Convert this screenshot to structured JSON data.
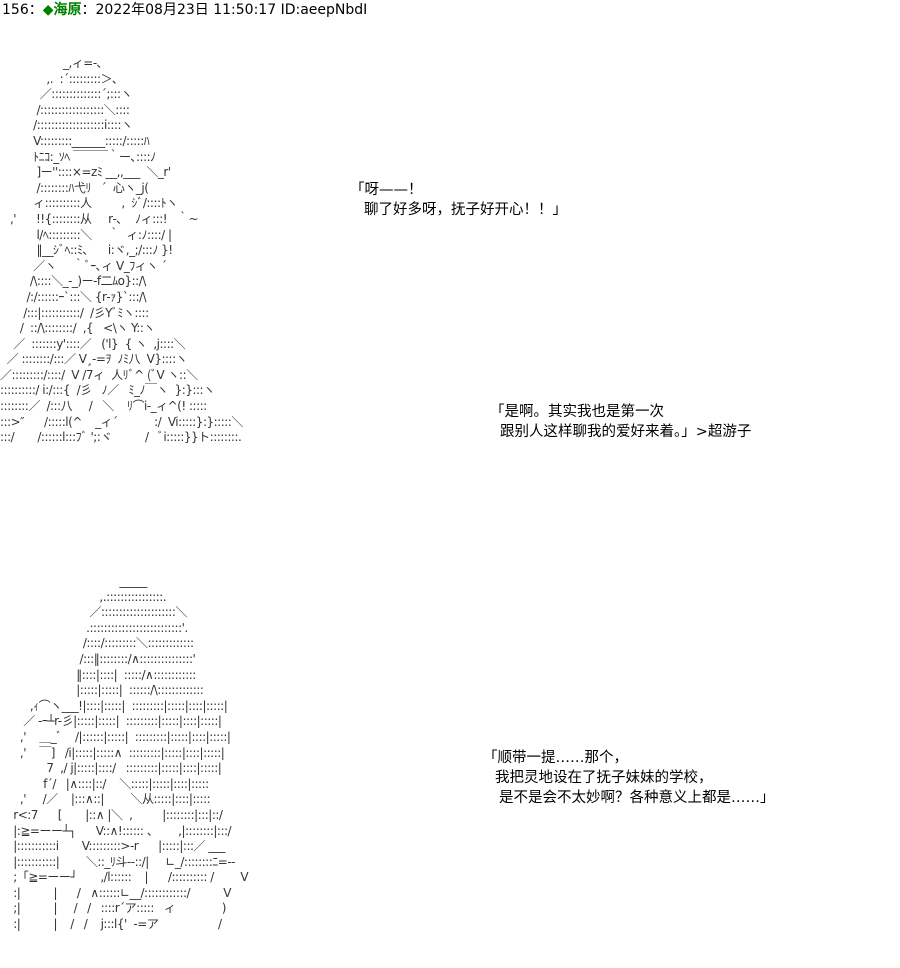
{
  "header": {
    "num": "156",
    "sep1": "：",
    "name": "◆海原",
    "sep2": "：",
    "datetime": "2022年08月23日 11:50:17",
    "id": "ID:aeepNbdI"
  },
  "dialogues": [
    {
      "lines": [
        "「呀——！",
        "聊了好多呀，抚子好开心！！」"
      ]
    },
    {
      "lines": [
        "「是啊。其实我也是第一次",
        "跟别人这样聊我的爱好来着。」>超游子"
      ]
    },
    {
      "lines": [
        "「顺带一提……那个，",
        "我把灵地设在了抚子妹妹的学校，",
        "是不是会不太妙啊？各种意义上都是……」"
      ]
    }
  ],
  "art": {
    "top": "                   _,ィ=-､\n              ,.  :´:::::::::＞､\n            ／::::::::::::::´;:::ヽ\n           /::::::::::::::::::＼::::\n          /:::::::::::::::::::i::::ヽ\n          V:::::::::______:::::/:::::ﾊ\n          ﾄﾆｺ:_ｿﾍ ￣￣￣｀ー､::::ﾉ\n           ]ー''::::×=zﾐ __,,___  ＼_r'\n           /::::::::ﾊ弋ﾘ   ´  心ヽ_j(\n          ィ::::::::::人         ,  ｼﾞ/::::ﾄヽ\n   ,'      !!{::::::::从     r‐､    ﾉィ:::!   ｀~\n           l/ﾍ:::::::::＼     ｀  ィ:ﾉ::::/ |\n           ‖__ｼﾞﾍ::ﾐ､      i:ヾ,_;/:::ﾉ }!\n          ／ヽ     ｀ﾞｰ､ィ V_ﾌィヽ ´\n         /\\::::＼_-_)ー-f二ﾑo}::/\\\n        /:/::::::ｰ`:::＼ {r‐ｧ}`:::/\\\n       /:::|:::::::::::/  /彡Yﾞﾐヽ::::\n      /  ::/\\::::::::/  ,{   <\\ヽ Y::ヽ\n    ／  :::::::y'::::／   ('l}  { ヽ  ,j::::＼\n  ／ ::::::::/:::／ V¸-=ｦ  ﾉﾐ八  V}::::ヽ\n／:::::::::/::::/  V /7ィ  人ﾘﾞ^ (ﾞV ヽ::＼\n::::::::::/ i:/:::{  /彡   ﾉ／   ﾐ_ﾉ￣ヽ  }:}:::ヽ\n::::::::／  /:::八     /   ＼    ﾘ⌒i‐_ィ^(! :::::\n:::>″      /:::::l(^    _ィ´           :/  Vi:::::}:}:::::＼\n:::/       /::::::l:::ﾌﾞ ';:ヾ          /   ﾞi:::::}}ト::::::::.",
    "bottom": "                                    _____\n                              ,.::::::::::::::::.\n                           ／:::::::::::::::::::::＼\n                          .::::::::::::::::::::::::::'.\n                         /::::/:::::::::＼:::::::::::::\n                        /:::‖::::::::/∧:::::::::::::::'\n                       ‖::::|::::|  :::::/∧::::::::::::\n                       |:::::|:::::|  ::::::/\\:::::::::::::\n         ,ｨ⌒ヽ___!|::::|:::::|  :::::::::|:::::|::::|:::::|\n       ／ -ｰ┴r-彡|:::::|:::::|  :::::::::|:::::|::::|:::::|\n      ,'    ＿_ﾞ    /|::::::|:::::|  :::::::::|:::::|::::|:::::|\n      ,'    ￣]   /i|:::::|:::::∧  :::::::::|:::::|::::|:::::|\n              7  ,/ j|:::::|::::/   :::::::::|:::::|::::|:::::|\n             f´/   |∧::::|::/    ＼:::::|:::::|::::|:::::\n      ,'     /／    |:::∧::|        ＼从:::::|::::|:::::\n    r<:7      [       |::∧ |＼  ,         |::::::::|:::|::/\n    |:≧=ーー┴┐      V::∧!:::::: 、      ,|::::::::|:::/\n    |:::::::::::i       V:::::::::>-r      |:::::|:::／ ___\n    |:::::::::::|        ＼::_ﾘ斗‐‐::/|     ∟_/::::::::ﾆ=--\n    ;「≧=ーー┘       ,/l::::::    |      /:::::::::: /        V\n    :|          |      /   ∧::::::∟__/::::::::::::/          V\n    ;|          |     /   /   ::::r´ア:::::   ィ              )\n    :|          |    /   /    j:::l{'  -=ア                  /"
  }
}
